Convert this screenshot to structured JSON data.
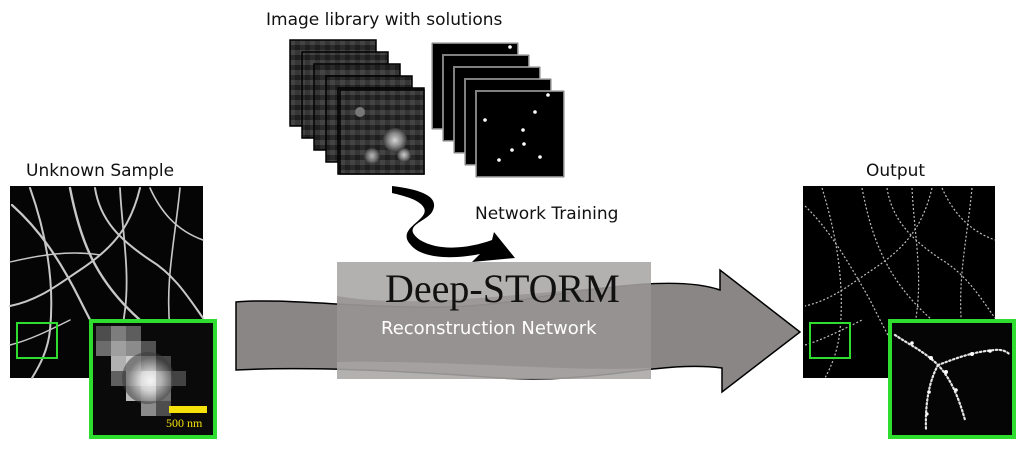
{
  "library": {
    "title": "Image library with solutions"
  },
  "training": {
    "label": "Network Training"
  },
  "network": {
    "name": "Deep-STORM",
    "subtitle": "Reconstruction Network"
  },
  "input": {
    "title": "Unknown Sample",
    "scalebar_label": "500 nm"
  },
  "output": {
    "title": "Output"
  },
  "colors": {
    "highlight_box": "#2fdd2f",
    "scalebar": "#f5e20a",
    "network_box": "#a8a5a5",
    "arrow_fill": "#8a8686",
    "curved_arrow": "#000000"
  }
}
